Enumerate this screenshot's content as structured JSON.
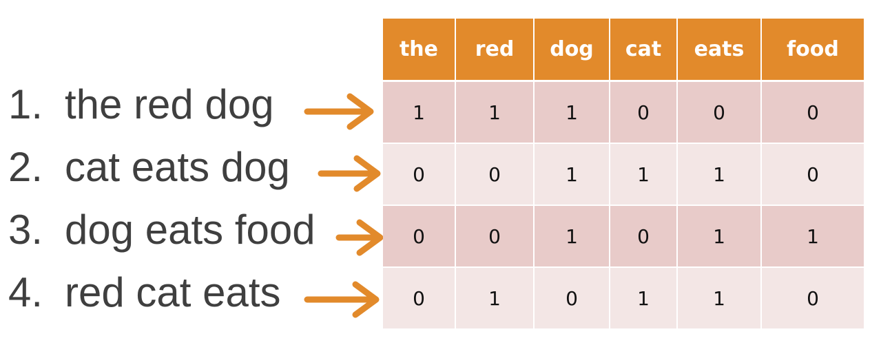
{
  "colors": {
    "header_bg": "#e28a2b",
    "arrow": "#e28a2b",
    "row_odd": "#e8cbc9",
    "row_even": "#f3e6e5",
    "text": "#3f3f3f"
  },
  "sentences": [
    {
      "num": "1.",
      "text": "the red dog"
    },
    {
      "num": "2.",
      "text": "cat eats dog"
    },
    {
      "num": "3.",
      "text": "dog eats food"
    },
    {
      "num": "4.",
      "text": "red cat eats"
    }
  ],
  "table": {
    "headers": [
      "the",
      "red",
      "dog",
      "cat",
      "eats",
      "food"
    ],
    "rows": [
      [
        "1",
        "1",
        "1",
        "0",
        "0",
        "0"
      ],
      [
        "0",
        "0",
        "1",
        "1",
        "1",
        "0"
      ],
      [
        "0",
        "0",
        "1",
        "0",
        "1",
        "1"
      ],
      [
        "0",
        "1",
        "0",
        "1",
        "1",
        "0"
      ]
    ]
  }
}
